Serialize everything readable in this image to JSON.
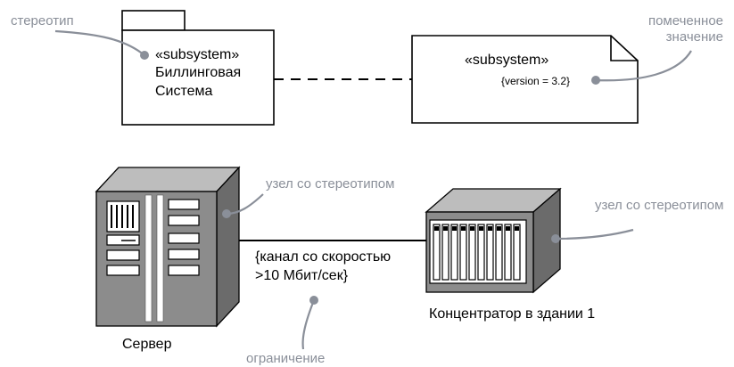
{
  "callouts": {
    "stereotype": "стереотип",
    "tagged_value": "помеченное значение",
    "stereotyped_node_1": "узел со стереотипом",
    "stereotyped_node_2": "узел со стереотипом",
    "constraint": "ограничение"
  },
  "subsystem": {
    "stereotype": "«subsystem»",
    "name_line1": "Биллинговая",
    "name_line2": "Система"
  },
  "note": {
    "stereotype": "«subsystem»",
    "tag": "{version = 3.2}"
  },
  "link": {
    "line1": "{канал со скоростью",
    "line2": ">10 Мбит/сек}"
  },
  "nodes": {
    "server": "Сервер",
    "hub": "Концентратор в здании 1"
  },
  "colors": {
    "callout": "#8a8f99",
    "node_front": "#8c8c8c",
    "node_side": "#6b6b6b",
    "node_top": "#bdbdbd"
  }
}
